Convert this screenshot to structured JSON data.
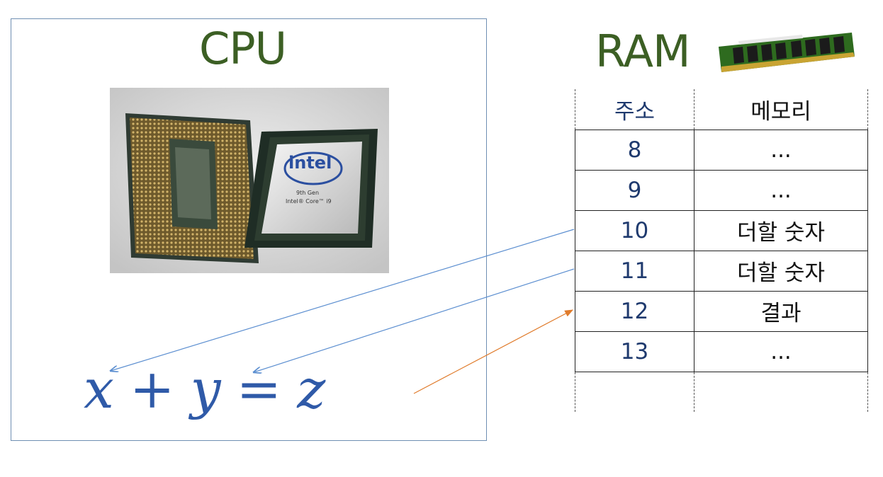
{
  "cpu": {
    "title": "CPU",
    "photo_text_brand": "intel",
    "photo_text_line1": "9th Gen",
    "photo_text_line2": "Intel® Core™ i9"
  },
  "ram": {
    "title": "RAM",
    "columns": [
      "주소",
      "메모리"
    ],
    "rows": [
      {
        "address": "8",
        "memory": "..."
      },
      {
        "address": "9",
        "memory": "..."
      },
      {
        "address": "10",
        "memory": "더할 숫자"
      },
      {
        "address": "11",
        "memory": "더할 숫자"
      },
      {
        "address": "12",
        "memory": "결과"
      },
      {
        "address": "13",
        "memory": "..."
      }
    ]
  },
  "equation": {
    "x": "x",
    "plus": "+",
    "y": "y",
    "equals": "=",
    "z": "z"
  },
  "colors": {
    "title_green": "#3c5f24",
    "equation_blue": "#2f5aa8",
    "arrow_blue": "#5b8ed0",
    "arrow_orange": "#e07b2b",
    "address_navy": "#1f3a6e"
  }
}
